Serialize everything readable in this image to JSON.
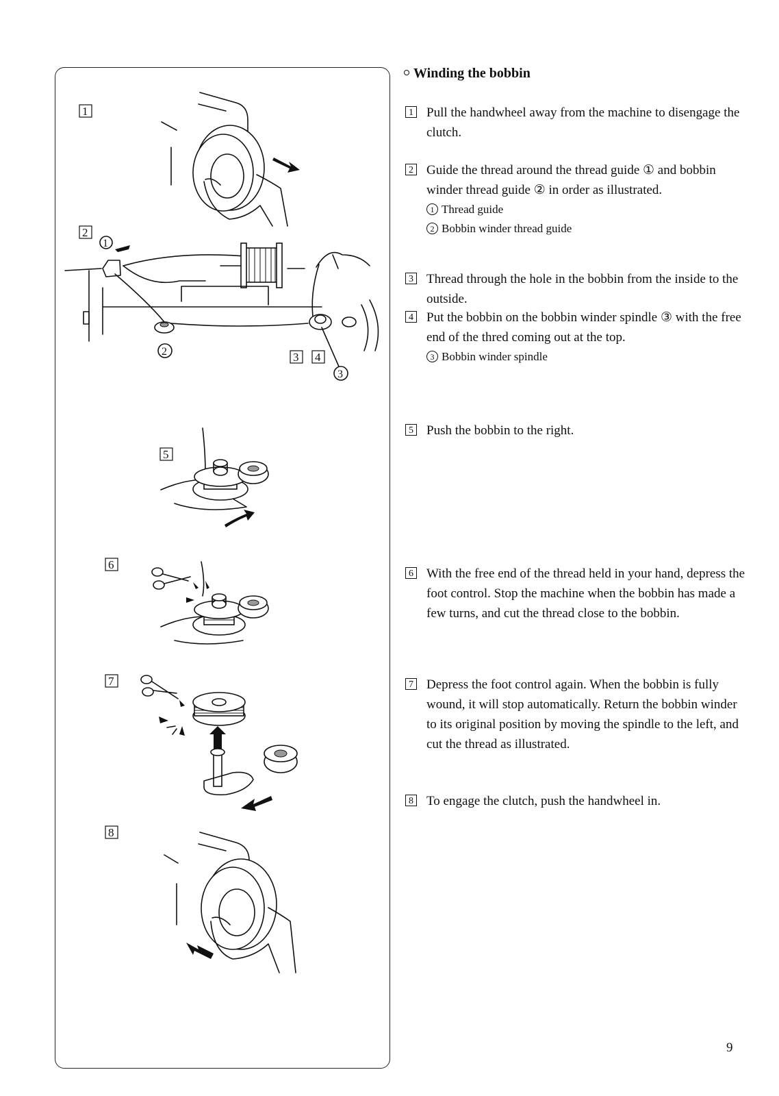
{
  "title": "Winding the bobbin",
  "steps": [
    {
      "num": "1",
      "text": "Pull the handwheel away from the machine to disengage the clutch."
    },
    {
      "num": "2",
      "text": "Guide the thread around the thread guide ① and bobbin winder thread guide ② in order as illustrated.",
      "notes": [
        {
          "num": "1",
          "label": "Thread guide"
        },
        {
          "num": "2",
          "label": "Bobbin winder thread guide"
        }
      ]
    },
    {
      "num": "3",
      "text": "Thread through the hole in the bobbin from the inside to the outside."
    },
    {
      "num": "4",
      "text": "Put the bobbin on the bobbin winder spindle ③ with the free end of the thred coming out at the top.",
      "notes": [
        {
          "num": "3",
          "label": "Bobbin winder spindle"
        }
      ]
    },
    {
      "num": "5",
      "text": "Push the bobbin to the right."
    },
    {
      "num": "6",
      "text": "With the free end of the thread held in your hand, depress the foot control. Stop the machine when the bobbin has made a few turns, and cut the thread close to the bobbin."
    },
    {
      "num": "7",
      "text": "Depress the foot control again. When the bobbin is fully wound, it will stop automatically. Return the bobbin winder to its original position by moving the spindle to the left, and cut the thread as illustrated."
    },
    {
      "num": "8",
      "text": "To engage the clutch, push the handwheel in."
    }
  ],
  "illustration_labels": {
    "fig1": "1",
    "fig2": "2",
    "fig34a": "3",
    "fig34b": "4",
    "fig5": "5",
    "fig6": "6",
    "fig7": "7",
    "fig8": "8",
    "callout1": "1",
    "callout2": "2",
    "callout3": "3"
  },
  "page_number": "9"
}
